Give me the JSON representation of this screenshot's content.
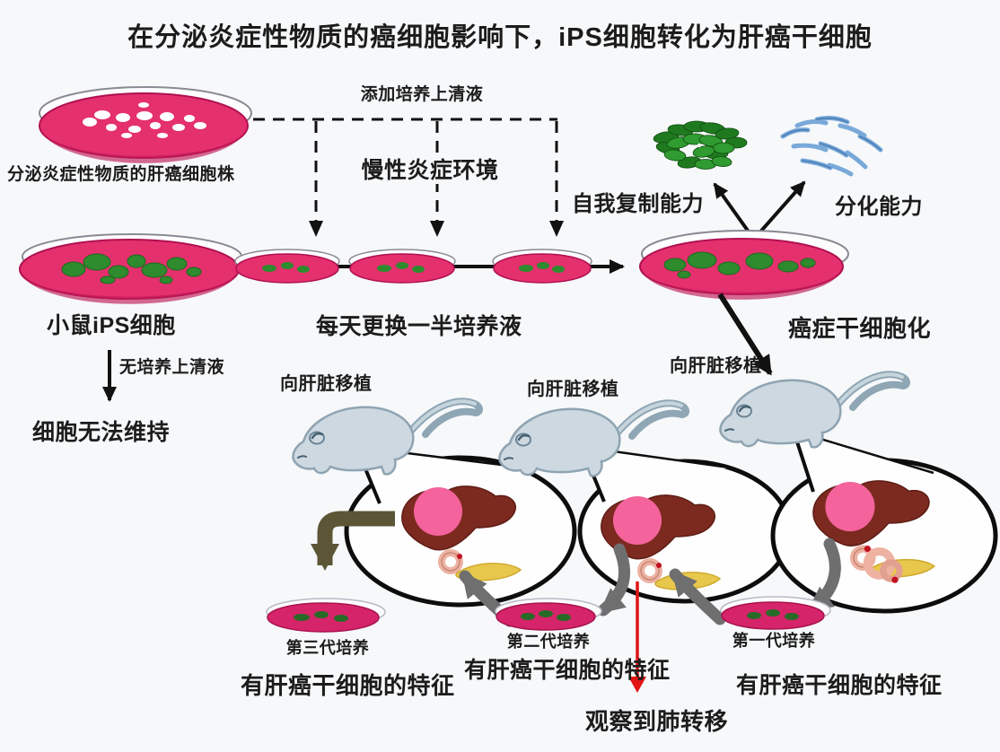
{
  "title": "在分泌炎症性物质的癌细胞影响下，iPS细胞转化为肝癌干细胞",
  "top_flow": {
    "source_dish_label": "分泌炎症性物质的肝癌细胞株",
    "supernatant_label": "添加培养上清液",
    "inflammation_label": "慢性炎症环境",
    "self_renewal_label": "自我复制能力",
    "differentiation_label": "分化能力"
  },
  "middle_flow": {
    "ips_label": "小鼠iPS细胞",
    "medium_label": "每天更换一半培养液",
    "stemization_label": "癌症干细胞化",
    "no_supernatant_label": "无培养上清液",
    "cannot_maintain_label": "细胞无法维持"
  },
  "transplant": {
    "labels": [
      "向肝脏移植",
      "向肝脏移植",
      "向肝脏移植"
    ]
  },
  "cultures": {
    "gen3_label": "第三代培养",
    "gen2_label": "第二代培养",
    "gen1_label": "第一代培养",
    "features": [
      "有肝癌干细胞的特征",
      "有肝癌干细胞的特征",
      "有肝癌干细胞的特征"
    ],
    "lung_metastasis_label": "观察到肺转移"
  },
  "colors": {
    "background": "#f6f8fa",
    "text": "#1c1c1c",
    "dish_pink": "#e5306e",
    "dish_magenta": "#d6246a",
    "colony_green": "#2e8b2e",
    "cell_green": "#1f7a1f",
    "cell_blue": "#6d9fd0",
    "mouse_gray": "#cdd8e0",
    "liver_maroon": "#7c2a20",
    "tumor_pink": "#f4639b",
    "organ_yellow": "#e8c84c",
    "intestine_salmon": "#edb2a2",
    "arrow_gray": "#6f6f6f",
    "arrow_olive": "#5c5637",
    "arrow_red": "#e01414"
  }
}
